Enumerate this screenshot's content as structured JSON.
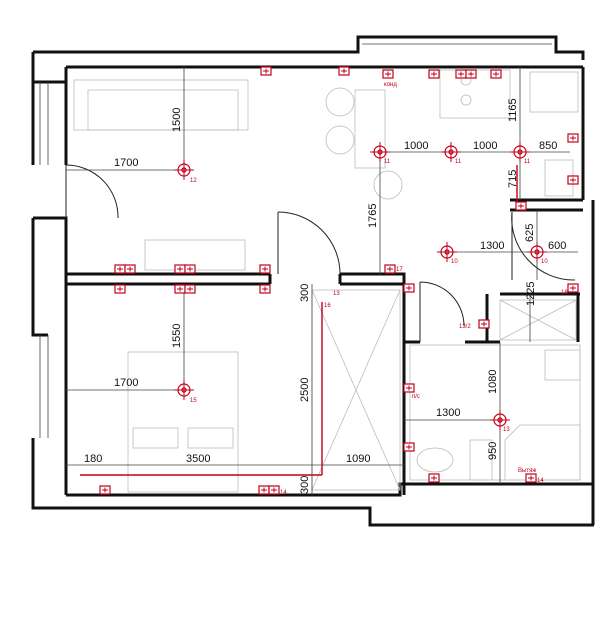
{
  "palette": {
    "wall": "#111111",
    "electrical": "#c0001a",
    "furniture": "#bbbbbb"
  },
  "dimensions": {
    "d1500": "1500",
    "d1700_top": "1700",
    "d1000_a": "1000",
    "d1000_b": "1000",
    "d850": "850",
    "d1165": "1165",
    "d715": "715",
    "d1765": "1765",
    "d625": "625",
    "d1300_top": "1300",
    "d600": "600",
    "d300_top": "300",
    "d1225": "1225",
    "d1550": "1550",
    "d1700_bottom": "1700",
    "d2500": "2500",
    "d1080": "1080",
    "d1300_bottom": "1300",
    "d950": "950",
    "d180": "180",
    "d3500": "3500",
    "d1090": "1090",
    "d300_bottom": "300"
  },
  "labels": {
    "kond": "конд",
    "ps": "п/с",
    "vytyazh": "Вытяж",
    "lamp_12": "12",
    "lamp_15": "15",
    "lamp_11a": "11",
    "lamp_11b": "11",
    "lamp_11c": "11",
    "lamp_10a": "10",
    "lamp_10b": "10",
    "lamp_13": "13",
    "n16": "16",
    "n17": "17",
    "n13": "13",
    "n13_2": "13/2",
    "n14a": "14",
    "n14b": "14",
    "n18": "18"
  },
  "icons": {
    "socket": "socket-icon",
    "lamp": "ceiling-lamp-icon"
  }
}
